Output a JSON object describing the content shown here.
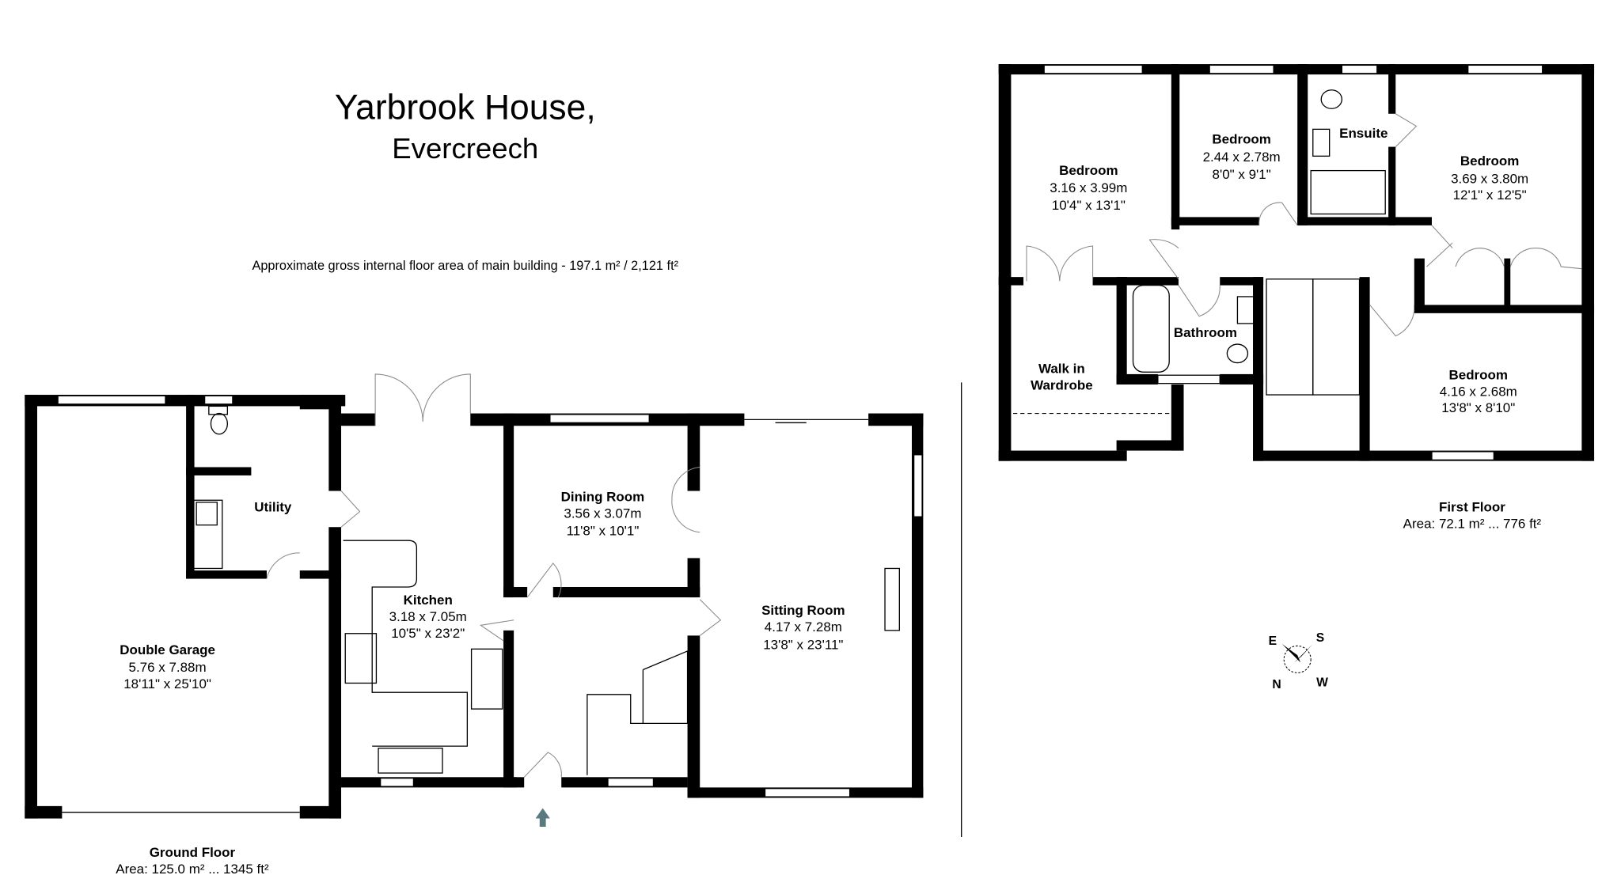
{
  "header": {
    "title": "Yarbrook House,",
    "subtitle": "Evercreech",
    "area_note": "Approximate gross internal floor area of main building  -  197.1 m² / 2,121 ft²"
  },
  "ground_floor": {
    "label": "Ground Floor",
    "area": "Area: 125.0 m² ... 1345 ft²",
    "rooms": [
      {
        "name": "Double Garage",
        "metric": "5.76 x 7.88m",
        "imperial": "18'11\" x 25'10\""
      },
      {
        "name": "Utility"
      },
      {
        "name": "Kitchen",
        "metric": "3.18 x 7.05m",
        "imperial": "10'5\" x 23'2\""
      },
      {
        "name": "Dining Room",
        "metric": "3.56 x 3.07m",
        "imperial": "11'8\" x 10'1\""
      },
      {
        "name": "Sitting Room",
        "metric": "4.17 x 7.28m",
        "imperial": "13'8\" x 23'11\""
      }
    ]
  },
  "first_floor": {
    "label": "First Floor",
    "area": "Area: 72.1 m² ... 776 ft²",
    "rooms": [
      {
        "name": "Bedroom",
        "metric": "3.16 x 3.99m",
        "imperial": "10'4\" x 13'1\""
      },
      {
        "name": "Bedroom",
        "metric": "2.44 x 2.78m",
        "imperial": "8'0\" x 9'1\""
      },
      {
        "name": "Ensuite"
      },
      {
        "name": "Bedroom",
        "metric": "3.69 x 3.80m",
        "imperial": "12'1\" x 12'5\""
      },
      {
        "name": "Bathroom"
      },
      {
        "name": "Walk in",
        "name2": "Wardrobe"
      },
      {
        "name": "Bedroom",
        "metric": "4.16 x 2.68m",
        "imperial": "13'8\" x 8'10\""
      }
    ]
  },
  "compass": {
    "e": "E",
    "s": "S",
    "n": "N",
    "w": "W"
  },
  "colors": {
    "walls": "#000000",
    "entrance_arrow": "#5a7a80"
  }
}
